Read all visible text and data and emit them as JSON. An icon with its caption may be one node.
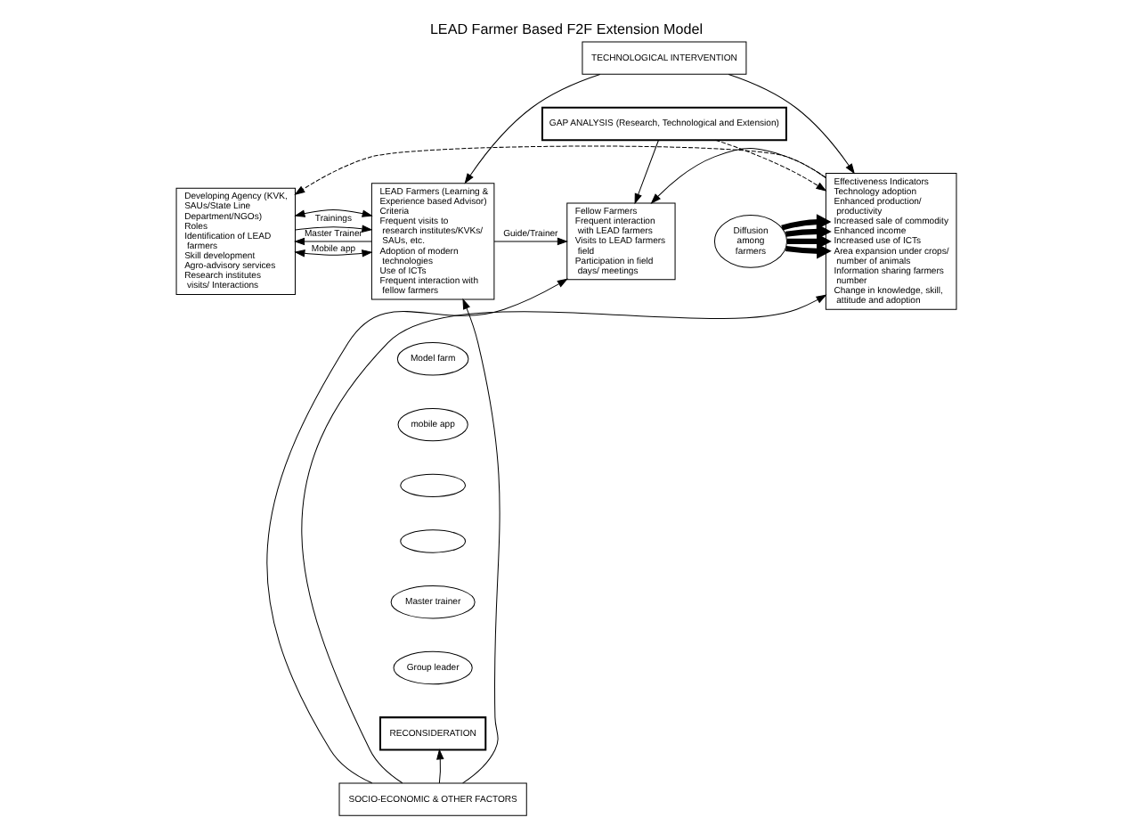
{
  "diagram": {
    "title": "LEAD Farmer Based F2F Extension Model",
    "nodes": [
      {
        "text": [
          "TECHNOLOGICAL INTERVENTION"
        ]
      },
      {
        "text": [
          "GAP ANALYSIS (Research, Technological and Extension)"
        ]
      },
      {
        "text": [
          "Developing Agency (KVK, SAUs/State Line Department/NGOs)",
          "Roles",
          "Identification of LEAD farmers",
          "Skill development",
          "Agro-advisory services",
          "Research institutes visits/ Interactions"
        ]
      },
      {
        "text": [
          "LEAD Farmers (Learning & Experience based Advisor)",
          "Criteria",
          "Frequent visits to research institutes/KVKs/ SAUs, etc.",
          "Adoption of modern technologies",
          "Use of ICTs",
          "Frequent interaction with fellow farmers"
        ]
      },
      {
        "text": [
          "Fellow Farmers",
          "Frequent interaction with LEAD farmers",
          "Visits to LEAD farmers field",
          "Participation in field days/ meetings"
        ]
      },
      {
        "text": [
          "Diffusion among farmers"
        ]
      },
      {
        "text": [
          "Effectiveness Indicators",
          "Technology adoption",
          "Enhanced production/ productivity",
          "Increased sale of commodity",
          "Enhanced income",
          "Increased use of ICTs",
          "Area expansion under crops/ number of animals",
          "Information sharing farmers number",
          "Change in knowledge, skill, attitude and adoption"
        ]
      },
      {
        "text": [
          "Model farm"
        ]
      },
      {
        "text": [
          "mobile app"
        ]
      },
      {
        "text": [],
        "shape": "ellipse"
      },
      {
        "text": [],
        "shape": "ellipse"
      },
      {
        "text": [
          "Master trainer"
        ]
      },
      {
        "text": [
          "Group leader"
        ]
      },
      {
        "text": [
          "RECONSIDERATION"
        ]
      },
      {
        "text": [
          "SOCIO-ECONOMIC & OTHER FACTORS"
        ]
      }
    ],
    "edges": [
      {
        "from": 0,
        "to": 3,
        "arrow": "to"
      },
      {
        "from": 0,
        "to": 6,
        "arrow": "to"
      },
      {
        "from": 1,
        "to": 4,
        "arrow": "to"
      },
      {
        "from": 1,
        "to": 6,
        "arrow": "to",
        "style": "dashed"
      },
      {
        "from": 2,
        "to": 3,
        "arrow": "both"
      },
      {
        "from": 2,
        "to": 3,
        "label": "Mobile app",
        "arrow": "both"
      },
      {
        "from": 2,
        "to": 3,
        "label": "Trainings",
        "arrow": "to"
      },
      {
        "from": 3,
        "to": 2,
        "label": "Master Trainer",
        "arrow": "to"
      },
      {
        "from": 3,
        "to": 4,
        "label": "Guide/Trainer",
        "arrow": "to"
      },
      {
        "from": 5,
        "to": 6,
        "arrow": "to",
        "style": "thick"
      },
      {
        "from": 5,
        "to": 6,
        "arrow": "to",
        "style": "thick"
      },
      {
        "from": 5,
        "to": 6,
        "arrow": "to",
        "style": "thick"
      },
      {
        "from": 5,
        "to": 6,
        "arrow": "to",
        "style": "thick"
      },
      {
        "from": 6,
        "to": 4,
        "arrow": "to"
      },
      {
        "from": 6,
        "to": 2,
        "arrow": "to",
        "style": "dashed"
      },
      {
        "from": 14,
        "to": 3,
        "arrow": "to"
      },
      {
        "from": 14,
        "to": 13,
        "arrow": "to"
      },
      {
        "from": 14,
        "to": 4,
        "arrow": "to"
      },
      {
        "from": 14,
        "to": 6,
        "arrow": "to"
      }
    ]
  }
}
